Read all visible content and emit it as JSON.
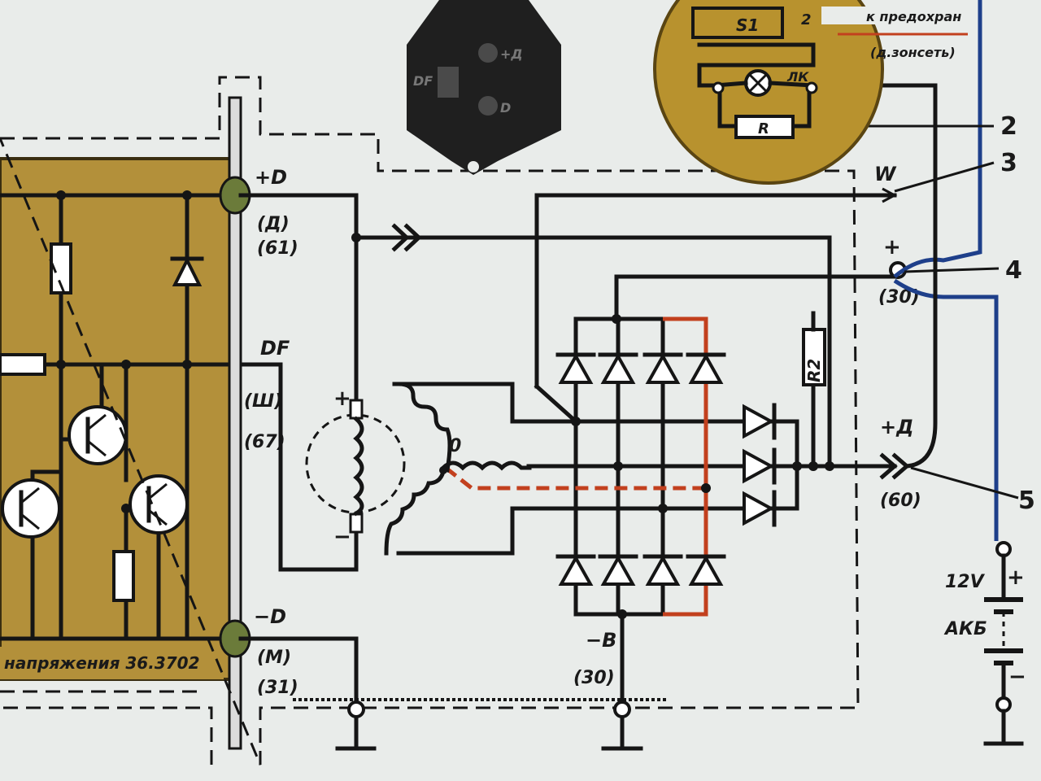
{
  "colors": {
    "background": "#e9ecea",
    "regulator_board": "#b3903a",
    "relay_disc": "#b8922e",
    "connector_body": "#1f1f1f",
    "wire": "#151515",
    "blue_wire": "#1e3f8a",
    "red_wire": "#c2401e"
  },
  "regulator": {
    "terminal_plus_d": "+D",
    "terminal_plus_d_ru": "(Д)",
    "terminal_plus_d_num": "(61)",
    "terminal_df": "DF",
    "terminal_df_ru": "(Ш)",
    "terminal_df_num": "(67)",
    "terminal_minus_d": "−D",
    "terminal_minus_d_ru": "(M)",
    "terminal_minus_d_num": "(31)",
    "board_caption": "напряжения 36.3702"
  },
  "connector": {
    "pin_plus_d": "+Д",
    "pin_d": "D",
    "pin_df": "DF"
  },
  "relay": {
    "switch_label": "S1",
    "switch_num": "2",
    "text_top": "к предохран",
    "text_bottom": "(д.зонсеть)",
    "lamp_label": "ЛК",
    "resistor_label": "R"
  },
  "generator": {
    "field_plus": "+",
    "field_minus": "−",
    "star_point": "0",
    "resistor_r2": "R2",
    "terminal_w": "W",
    "terminal_plus": "+",
    "terminal_plus_num": "(30)",
    "terminal_plus_d": "+Д",
    "terminal_plus_d_num": "(60)",
    "terminal_minus_b": "−B",
    "terminal_minus_b_num": "(30)"
  },
  "battery": {
    "voltage": "12V",
    "plus": "+",
    "name": "АКБ",
    "minus": "−"
  },
  "callouts": [
    "2",
    "3",
    "4",
    "5"
  ]
}
